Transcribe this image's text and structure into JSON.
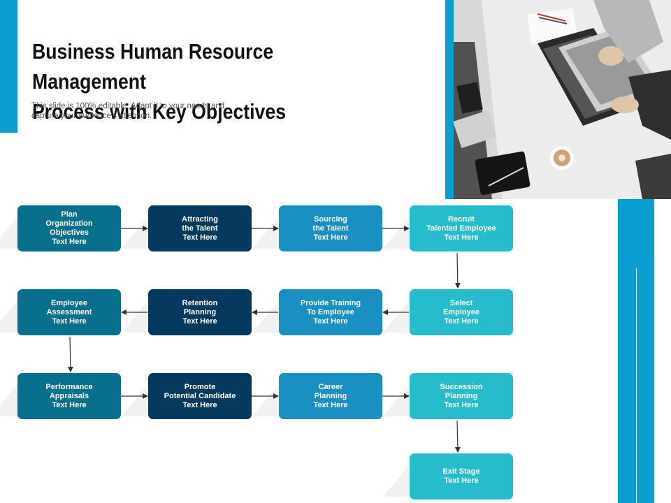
{
  "header": {
    "title_line1": "Business Human Resource Management",
    "title_line2": "Process with Key Objectives",
    "subtitle_line1": "This slide is 100% editable. Adapt it to your needs and",
    "subtitle_line2": "capture your audience's attention."
  },
  "colors": {
    "accent_bar": "#0a9fd0",
    "teal_dark": "#08708c",
    "navy": "#053a5e",
    "blue": "#1a8fc2",
    "cyan": "#27bccb",
    "photo_bg": "#eeeeee"
  },
  "photo": {
    "icon": "laptop-photo"
  },
  "steps": [
    {
      "id": "plan",
      "label": "Plan\nOrganization\nObjectives\nText Here",
      "color": "teal_dark"
    },
    {
      "id": "attract",
      "label": "Attracting\nthe Talent\nText Here",
      "color": "navy"
    },
    {
      "id": "source",
      "label": "Sourcing\nthe Talent\nText Here",
      "color": "blue"
    },
    {
      "id": "recruit",
      "label": "Recruit\nTalented Employee\nText Here",
      "color": "cyan"
    },
    {
      "id": "select",
      "label": "Select\nEmployee\nText Here",
      "color": "cyan"
    },
    {
      "id": "training",
      "label": "Provide Training\nTo Employee\nText Here",
      "color": "blue"
    },
    {
      "id": "retention",
      "label": "Retention\nPlanning\nText Here",
      "color": "navy"
    },
    {
      "id": "assessment",
      "label": "Employee\nAssessment\nText Here",
      "color": "teal_dark"
    },
    {
      "id": "appraisal",
      "label": "Performance\nAppraisals\nText Here",
      "color": "teal_dark"
    },
    {
      "id": "promote",
      "label": "Promote\nPotential Candidate\nText Here",
      "color": "navy"
    },
    {
      "id": "career",
      "label": "Career\nPlanning\nText Here",
      "color": "blue"
    },
    {
      "id": "succession",
      "label": "Succession\nPlanning\nText Here",
      "color": "cyan"
    },
    {
      "id": "exit",
      "label": "Exit Stage\nText Here",
      "color": "cyan"
    }
  ]
}
